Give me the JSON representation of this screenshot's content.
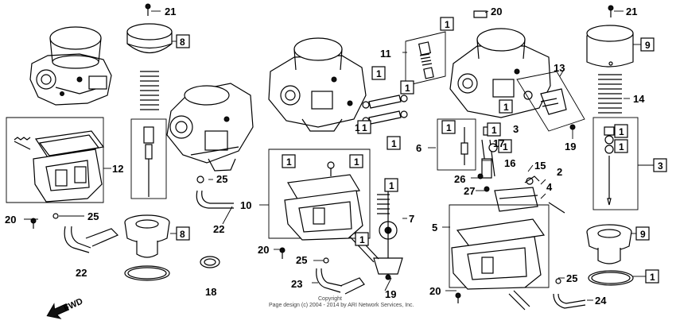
{
  "diagram": {
    "callouts": [
      "21",
      "8",
      "12",
      "20",
      "25",
      "8",
      "22",
      "18",
      "25",
      "22",
      "10",
      "1",
      "20",
      "25",
      "23",
      "19",
      "7",
      "11",
      "1",
      "1",
      "1",
      "1",
      "1",
      "6",
      "1",
      "3",
      "17",
      "1",
      "16",
      "26",
      "15",
      "2",
      "27",
      "4",
      "5",
      "20",
      "25",
      "24",
      "1",
      "20",
      "13",
      "1",
      "19",
      "21",
      "9",
      "14",
      "1",
      "1",
      "3",
      "9",
      "1",
      "1",
      "1",
      "1",
      "1"
    ],
    "copyright": "Copyright",
    "credit": "Page design (c) 2004 - 2014 by ARI Network Services, Inc.",
    "fwd_label": "FWD"
  }
}
